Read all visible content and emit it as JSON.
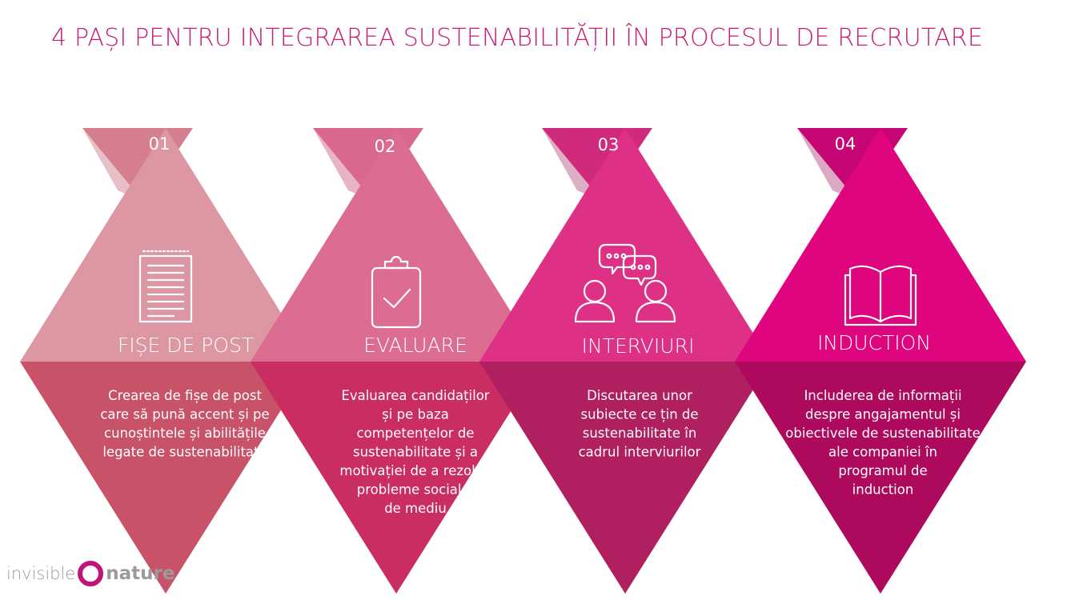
{
  "title": "4 PAȘI PENTRU INTEGRAREA SUSTENABILITĂȚII ÎN PROCESUL DE RECRUTARE",
  "colors": {
    "title": "#c71b78",
    "logo_ring": "#c2137a",
    "logo_text": "#9b9b9b"
  },
  "steps": [
    {
      "number": "01",
      "title": "FIȘE DE POST",
      "icon": "document-icon",
      "lines": [
        "Crearea de fișe de post",
        "care să pună accent și pe",
        "cunoștintele și abilitățile",
        "legate de sustenabilitate"
      ],
      "colors": {
        "top": "#dd97a2",
        "bottom": "#c85268",
        "tab": "#d57e8e",
        "tab_shade": "#b94a5f"
      }
    },
    {
      "number": "02",
      "title": "EVALUARE",
      "icon": "clipboard-check-icon",
      "lines": [
        "Evaluarea candidaților",
        "și pe baza",
        "competențelor de",
        "sustenabilitate și a",
        "motivației de a rezolva",
        "probleme sociale/",
        "de mediu"
      ],
      "colors": {
        "top": "#dd6d90",
        "bottom": "#c92d61",
        "tab": "#d96790",
        "tab_shade": "#b82759"
      }
    },
    {
      "number": "03",
      "title": "INTERVIURI",
      "icon": "interview-chat-icon",
      "lines": [
        "Discutarea unor",
        "subiecte ce țin de",
        "sustenabilitate în",
        "cadrul interviurilor"
      ],
      "colors": {
        "top": "#de3186",
        "bottom": "#b01f60",
        "tab": "#cf2a7c",
        "tab_shade": "#9d1a56"
      }
    },
    {
      "number": "04",
      "title": "INDUCTION",
      "icon": "open-book-icon",
      "lines": [
        "Includerea de informații",
        "despre angajamentul și",
        "obiectivele de sustenabilitate",
        "ale companiei în",
        "programul de",
        "induction"
      ],
      "colors": {
        "top": "#df057e",
        "bottom": "#ad0a5e",
        "tab": "#c70675",
        "tab_shade": "#9a0a55"
      }
    }
  ],
  "logo": {
    "left": "invisible",
    "right": "nature"
  }
}
